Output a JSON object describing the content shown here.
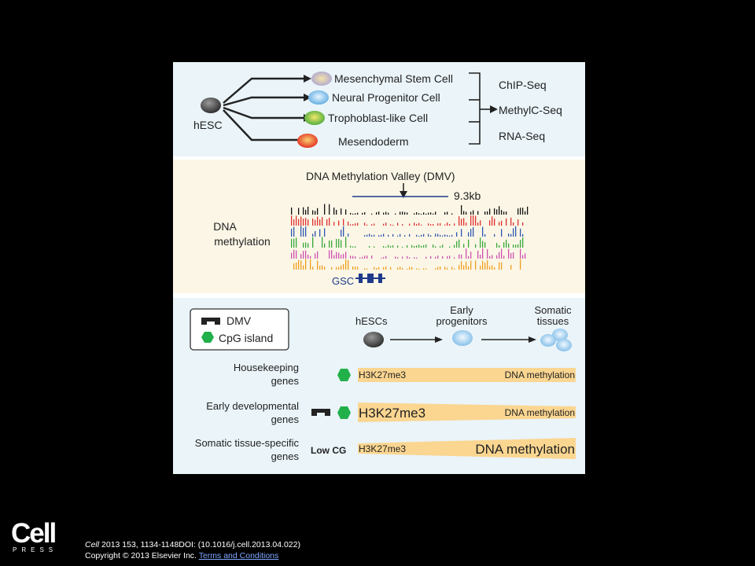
{
  "panel1": {
    "source": "hESC",
    "targets": [
      "Mesenchymal Stem Cell",
      "Neural Progenitor Cell",
      "Trophoblast-like Cell",
      "Mesendoderm"
    ],
    "assays": [
      "ChIP-Seq",
      "MethylC-Seq",
      "RNA-Seq"
    ],
    "colors": [
      "#c6bedc",
      "#8fc3ea",
      "#9ccc34",
      "#e8382a"
    ]
  },
  "panel2": {
    "title": "DNA Methylation Valley (DMV)",
    "size_label": "9.3kb",
    "ylabel_line1": "DNA",
    "ylabel_line2": "methylation",
    "gene": "GSC",
    "track_colors": [
      "#111111",
      "#e03030",
      "#2f57b0",
      "#35a83a",
      "#d050b0",
      "#f0a020"
    ]
  },
  "panel3": {
    "legend": {
      "dmv": "DMV",
      "cpg": "CpG island"
    },
    "stages": {
      "s1": "hESCs",
      "s2_line1": "Early",
      "s2_line2": "progenitors",
      "s3_line1": "Somatic",
      "s3_line2": "tissues"
    },
    "rows": [
      {
        "label_line1": "Housekeeping",
        "label_line2": "genes",
        "left": "H3K27me3",
        "right": "DNA methylation"
      },
      {
        "label_line1": "Early developmental",
        "label_line2": "genes",
        "left": "H3K27me3",
        "right": "DNA methylation"
      },
      {
        "label_line1": "Somatic tissue-specific",
        "label_line2": "genes",
        "marker": "Low CG",
        "left": "H3K27me3",
        "right": "DNA methylation"
      }
    ]
  },
  "footer": {
    "journal": "Cell",
    "citation": " 2013 153, 1134-1148DOI: (10.1016/j.cell.2013.04.022)",
    "copyright": "Copyright © 2013 Elsevier Inc.",
    "terms_link": "Terms and Conditions"
  },
  "logo": {
    "name": "Cell",
    "sub": "PRESS"
  }
}
